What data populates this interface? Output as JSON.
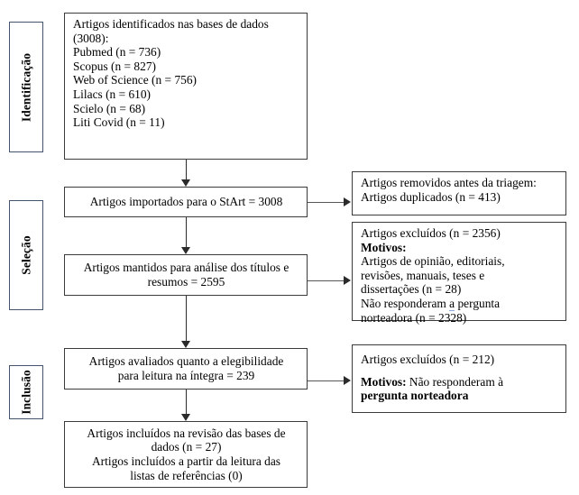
{
  "diagram": {
    "type": "prisma-flow-diagram",
    "language": "pt-BR",
    "colors": {
      "stage_border": "#44546A",
      "node_border": "#3B3B3B",
      "connector": "#2B2B2B",
      "background": "#FFFFFF",
      "spellcheck_underline": "#8EA9DB"
    }
  },
  "stages": [
    {
      "id": "identificacao",
      "label": "Identificação"
    },
    {
      "id": "selecao",
      "label": "Seleção"
    },
    {
      "id": "inclusao",
      "label": "Inclusão"
    }
  ],
  "nodes": {
    "identified": {
      "lines": [
        "Artigos identificados nas bases de dados",
        "(3008):",
        "Pubmed (n = 736)",
        "Scopus (n = 827)",
        "Web of Science (n = 756)",
        "Lilacs (n = 610)",
        "Scielo (n = 68)",
        "Liti Covid (n = 11)"
      ]
    },
    "imported": {
      "line": "Artigos importados para o StArt = 3008"
    },
    "removed_before_screening": {
      "lines": [
        "Artigos removidos antes da triagem:",
        "Artigos duplicados (n = 413)"
      ]
    },
    "kept_for_titles": {
      "lines": [
        "Artigos mantidos para análise dos títulos e",
        "resumos = 2595"
      ]
    },
    "excluded_screening": {
      "line1": "Artigos excluídos (n = 2356)",
      "reasons_label": "Motivos:",
      "line3": "Artigos de opinião, editoriais,",
      "line4": "revisões, manuais, teses e",
      "line5": "dissertações (n = 28)",
      "line6_pre": "Não responderam ",
      "line6_marked": "a",
      "line6_post": " pergunta",
      "line7": "norteadora (n = 2328)"
    },
    "eligibility": {
      "lines": [
        "Artigos avaliados quanto a elegibilidade",
        "para leitura na íntegra = 239"
      ]
    },
    "excluded_eligibility": {
      "line1": "Artigos excluídos (n = 212)",
      "reasons_label": "Motivos:",
      "reasons_text": " Não responderam à",
      "line3": "pergunta norteadora"
    },
    "included": {
      "lines": [
        "Artigos incluídos na revisão das bases de",
        "dados (n = 27)",
        "Artigos incluídos a partir da leitura das",
        "listas de referências (0)"
      ]
    }
  },
  "counts": {
    "total_identified": 3008,
    "pubmed": 736,
    "scopus": 827,
    "web_of_science": 756,
    "lilacs": 610,
    "scielo": 68,
    "liti_covid": 11,
    "imported_start": 3008,
    "duplicates_removed": 413,
    "kept_titles_abstracts": 2595,
    "excluded_screening": 2356,
    "excluded_opinion_editorial": 28,
    "excluded_not_answer_question": 2328,
    "assessed_full_text": 239,
    "excluded_full_text": 212,
    "included_databases": 27,
    "included_reference_lists": 0
  }
}
